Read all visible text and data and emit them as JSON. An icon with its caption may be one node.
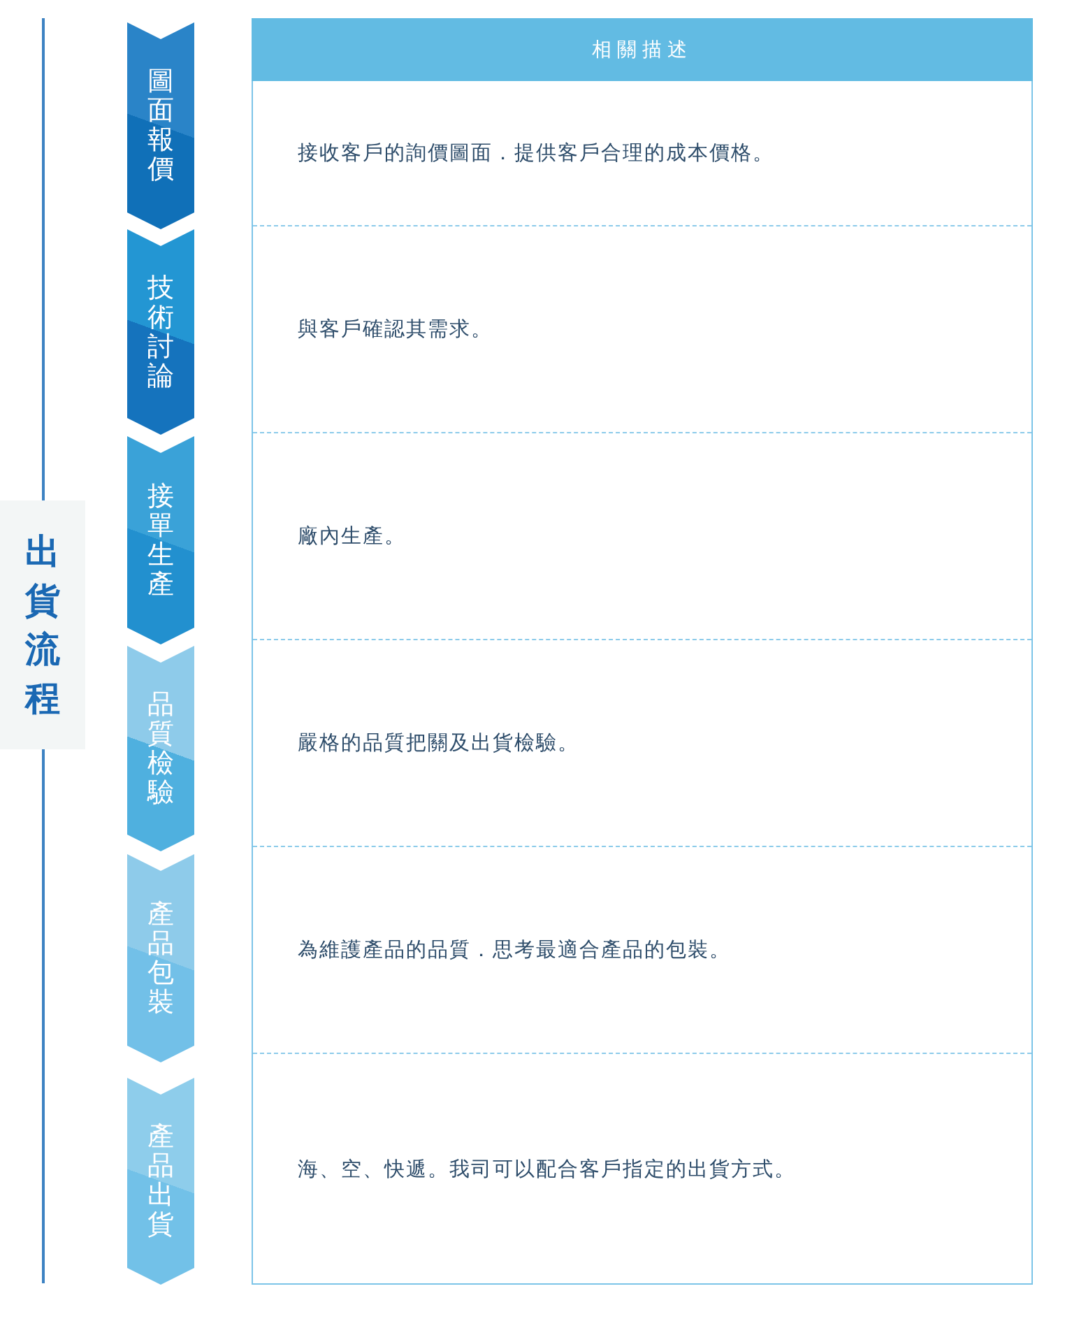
{
  "diagram": {
    "nodes": [
      {
        "text": [
          "出貨流程"
        ]
      },
      {
        "text": [
          "圖面報價"
        ]
      },
      {
        "text": [
          "技術討論"
        ]
      },
      {
        "text": [
          "接單生產"
        ]
      },
      {
        "text": [
          "品質檢驗"
        ]
      },
      {
        "text": [
          "產品包裝"
        ]
      },
      {
        "text": [
          "產品出貨"
        ]
      }
    ],
    "labels": [
      "相關描述",
      "接收客戶的詢價圖面．提供客戶合理的成本價格。",
      "與客戶確認其需求。",
      "廠內生產。",
      "嚴格的品質把關及出貨檢驗。",
      "為維護產品的品質．思考最適合產品的包裝。",
      "海、空、快遞。我司可以配合客戶指定的出貨方式。"
    ]
  }
}
